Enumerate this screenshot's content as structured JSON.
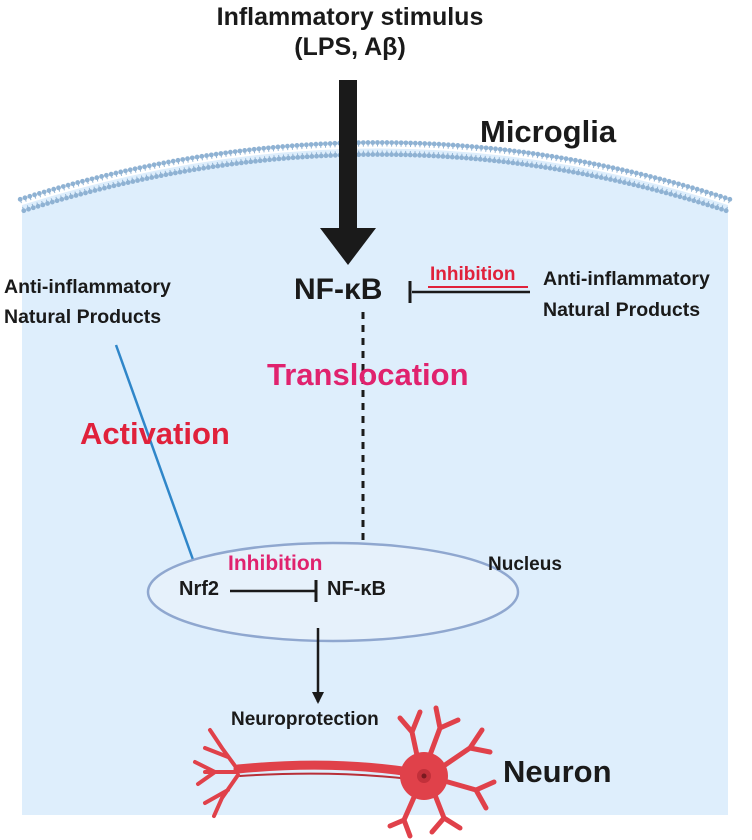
{
  "stimulus": {
    "line1": "Inflammatory stimulus",
    "line2": "(LPS, Aβ)"
  },
  "cell_label": "Microglia",
  "left_products": {
    "line1": "Anti-inflammatory",
    "line2": "Natural Products"
  },
  "right_products": {
    "line1": "Anti-inflammatory",
    "line2": "Natural Products"
  },
  "nfkb_cytoplasm": "NF-κB",
  "inhibition_top": "Inhibition",
  "translocation": "Translocation",
  "activation": "Activation",
  "inhibition_nucleus": "Inhibition",
  "nrf2": "Nrf2",
  "nfkb_nucleus": "NF-κB",
  "nucleus_label": "Nucleus",
  "neuroprotection": "Neuroprotection",
  "neuron_label": "Neuron",
  "colors": {
    "cell_fill": "#deeefc",
    "membrane": "#8fb2d3",
    "nucleus_fill": "#e6f1fb",
    "nucleus_stroke": "#8fa7cf",
    "inhibition_red": "#e0213b",
    "magenta": "#e0226e",
    "blue_arrow": "#2f86c9",
    "neuron": "#e0414a",
    "text": "#1a1a1a"
  }
}
